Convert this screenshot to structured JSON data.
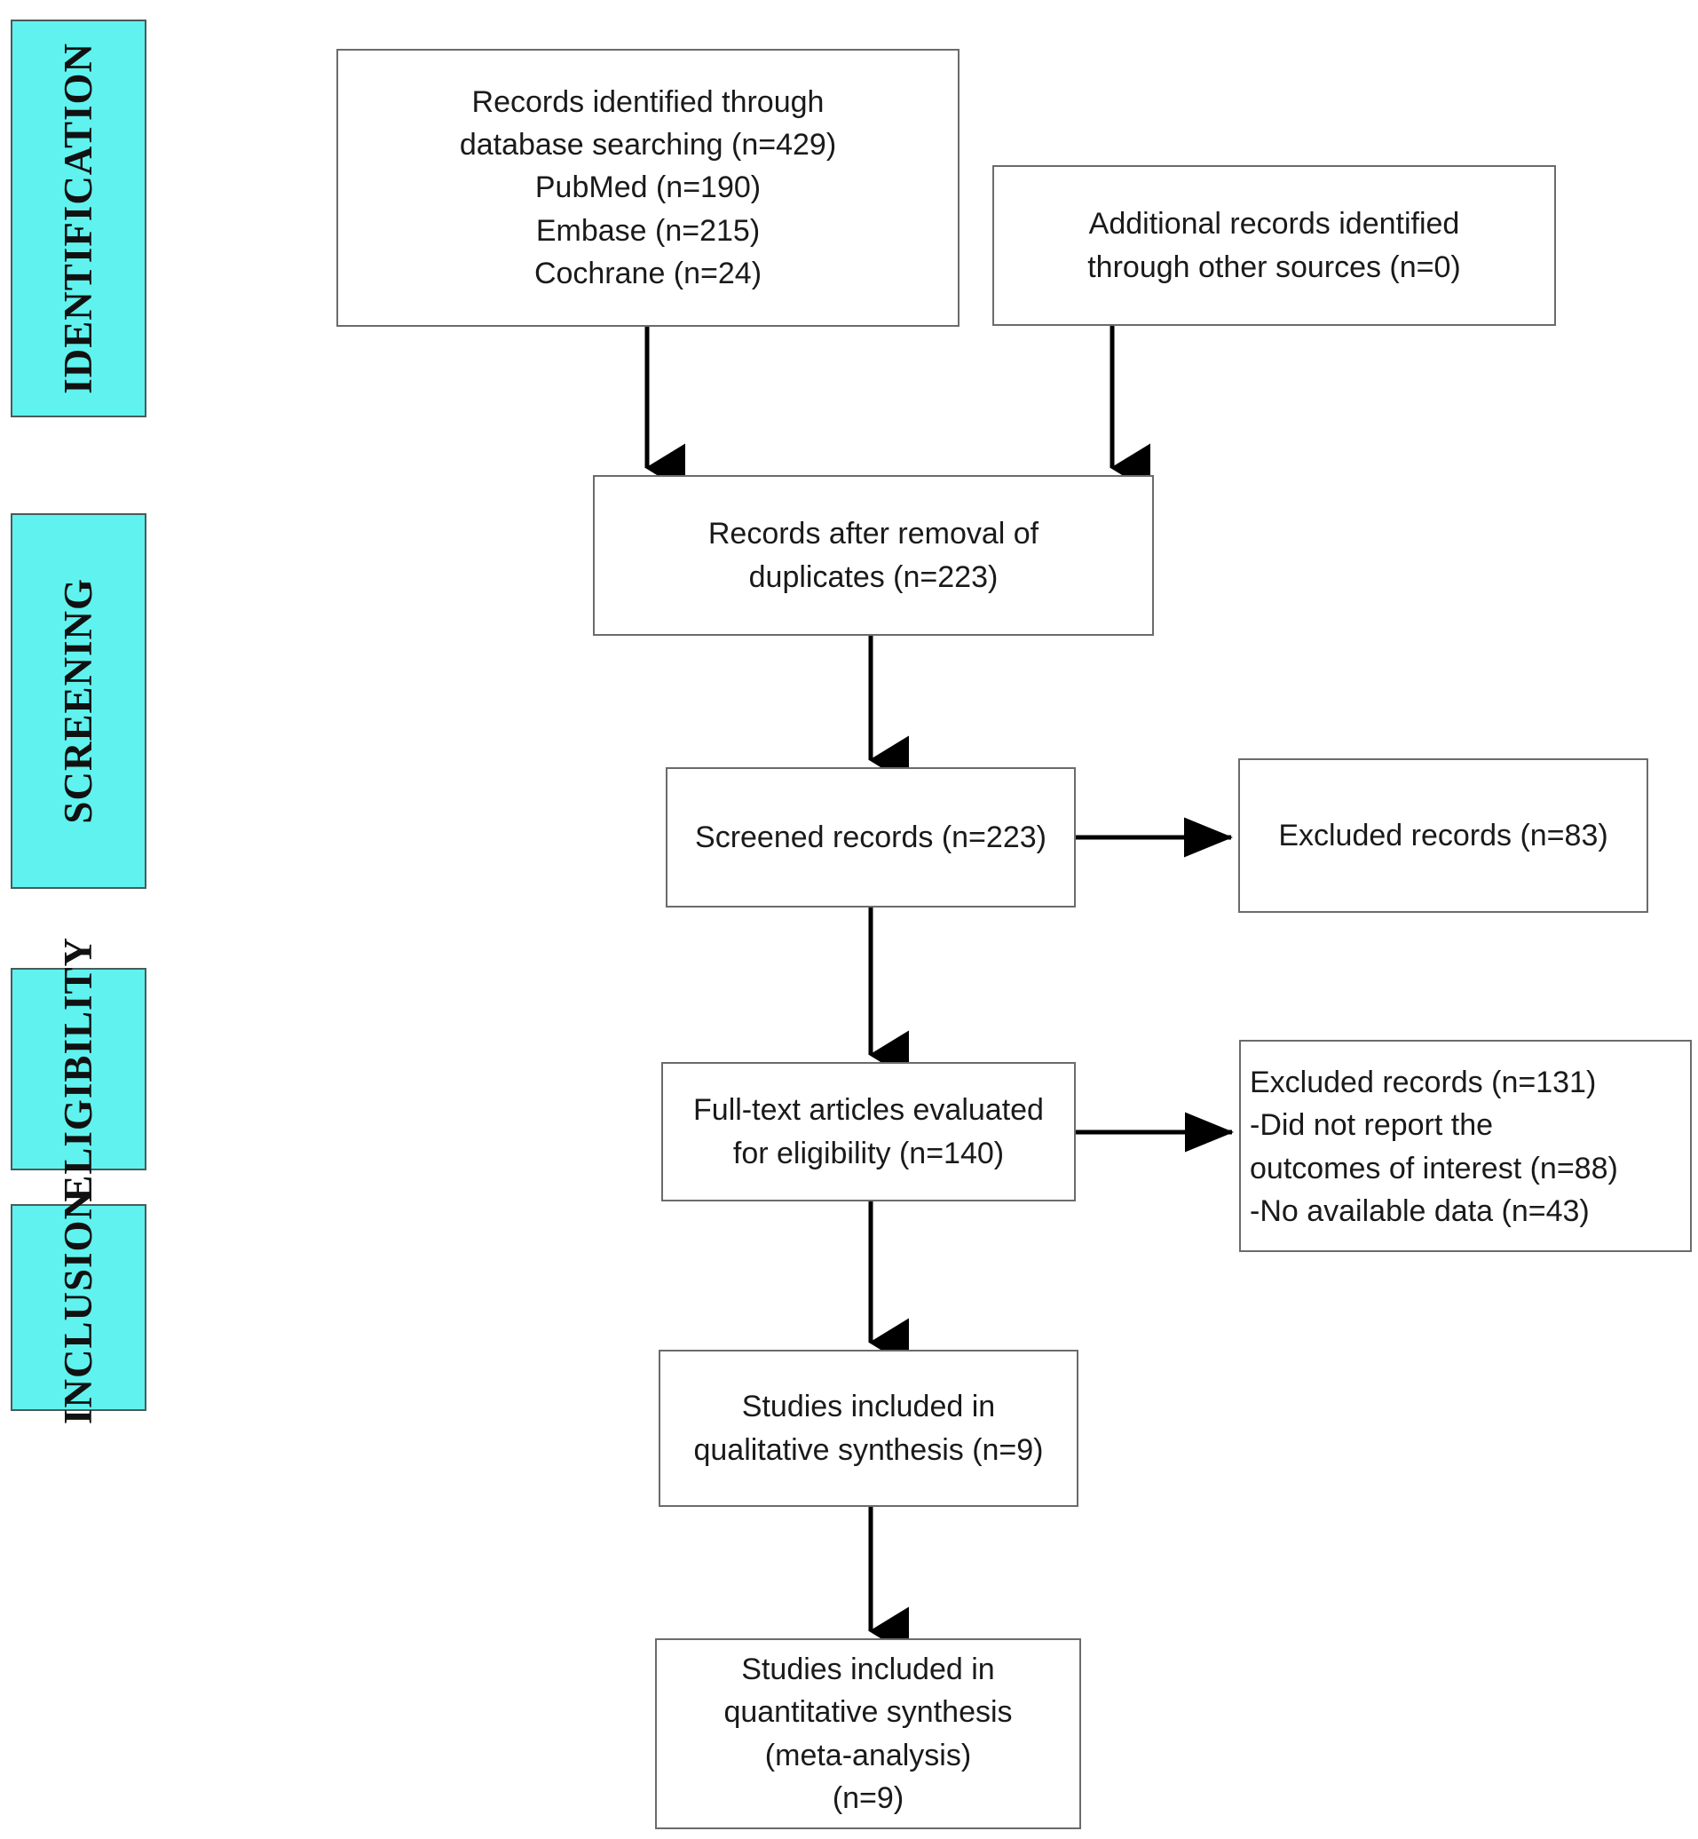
{
  "diagram": {
    "type": "prisma-flow-diagram",
    "title": "PRISMA flow diagram",
    "colors": {
      "phase_fill": "#60F2EE",
      "phase_border": "#4a5a5a",
      "box_border": "#6b6b6b",
      "box_fill": "#ffffff",
      "text": "#1a1a1a",
      "arrow": "#000000"
    }
  },
  "phases": [
    {
      "id": "identification",
      "label": "IDENTIFICATION"
    },
    {
      "id": "screening",
      "label": "SCREENING"
    },
    {
      "id": "eligibility",
      "label": "ELIGIBILITY"
    },
    {
      "id": "inclusion",
      "label": "INCLUSION"
    }
  ],
  "boxes": [
    {
      "id": "records-identified",
      "text": "Records identified through\ndatabase searching (n=429)\nPubMed (n=190)\nEmbase (n=215)\nCochrane (n=24)",
      "align": "center"
    },
    {
      "id": "additional-records",
      "text": "Additional records identified\nthrough other sources (n=0)",
      "align": "center"
    },
    {
      "id": "records-after-duplicates",
      "text": "Records after removal of\nduplicates (n=223)",
      "align": "center"
    },
    {
      "id": "screened-records",
      "text": "Screened records (n=223)",
      "align": "center"
    },
    {
      "id": "excluded-records-screening",
      "text": "Excluded records (n=83)",
      "align": "center"
    },
    {
      "id": "full-text-evaluated",
      "text": "Full-text articles evaluated\nfor eligibility (n=140)",
      "align": "center"
    },
    {
      "id": "excluded-records-eligibility",
      "text": "Excluded records (n=131)\n-Did not report the\noutcomes of interest (n=88)\n-No available data (n=43)",
      "align": "left"
    },
    {
      "id": "qualitative-synthesis",
      "text": "Studies included in\nqualitative synthesis (n=9)",
      "align": "center"
    },
    {
      "id": "quantitative-synthesis",
      "text": "Studies included in\nquantitative synthesis\n(meta-analysis)\n(n=9)",
      "align": "center"
    }
  ],
  "counts": {
    "database_total": 429,
    "pubmed": 190,
    "embase": 215,
    "cochrane": 24,
    "other_sources": 0,
    "after_duplicates": 223,
    "screened": 223,
    "excluded_screening": 83,
    "full_text": 140,
    "excluded_eligibility": 131,
    "excluded_no_outcomes": 88,
    "excluded_no_data": 43,
    "qualitative": 9,
    "quantitative": 9
  }
}
